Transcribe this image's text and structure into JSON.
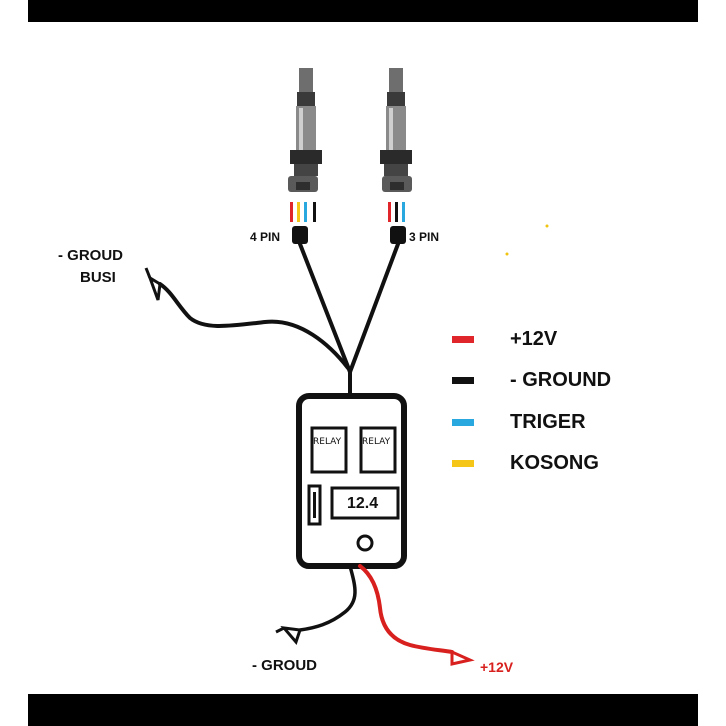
{
  "labels": {
    "four_pin": "4 PIN",
    "three_pin": "3 PIN",
    "ground_busi_line1": "- GROUD",
    "ground_busi_line2": "BUSI",
    "ground_bottom": "- GROUD",
    "positive_12v": "+12V"
  },
  "box": {
    "relay_left": "RELAY",
    "relay_right": "RELAY",
    "voltage_display": "12.4"
  },
  "legend": [
    {
      "label": "+12V",
      "color": "#e0252b"
    },
    {
      "label": "- GROUND",
      "color": "#111111"
    },
    {
      "label": "TRIGER",
      "color": "#29a8e0"
    },
    {
      "label": "KOSONG",
      "color": "#f5c518"
    }
  ],
  "wires": {
    "four_pin_colors": [
      "#e0252b",
      "#f5c518",
      "#29a8e0",
      "#111111"
    ],
    "three_pin_colors": [
      "#e0252b",
      "#111111",
      "#29a8e0"
    ]
  }
}
